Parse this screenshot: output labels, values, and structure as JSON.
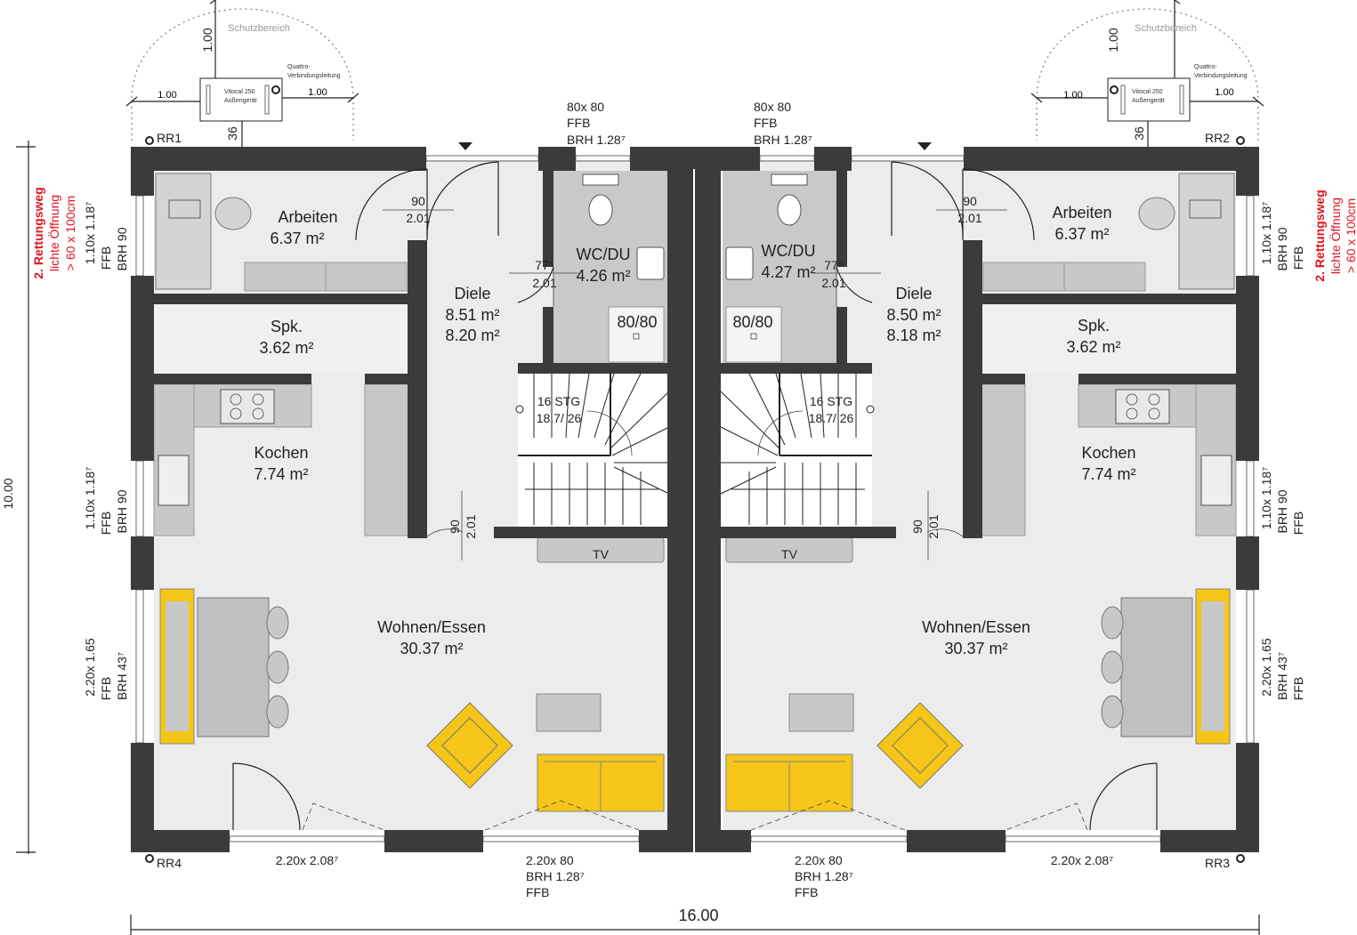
{
  "plan": {
    "overall_width": "16.00",
    "overall_depth": "10.00",
    "colors": {
      "wall": "#3b3b3b",
      "floor": "#ececec",
      "wet_room": "#c9c9c9",
      "furniture_accent": "#f5c518",
      "escape_route": "#e0141e"
    }
  },
  "outdoor_unit": {
    "zone_label": "Schutzbereich",
    "clearance_top": "1.00",
    "clearance_left": "1.00",
    "clearance_right": "1.00",
    "device_line1": "Vitocal 250",
    "device_line2": "Außengerät",
    "connection_line1": "Quattro-",
    "connection_line2": "Verbindungsleitung",
    "wall_distance": "36"
  },
  "markers": {
    "rr1": "RR1",
    "rr2": "RR2",
    "rr3": "RR3",
    "rr4": "RR4"
  },
  "escape_route": {
    "line1": "2. Rettungsweg",
    "line2": "lichte Öffnung",
    "line3": "> 60 x 100cm"
  },
  "left_unit": {
    "arbeiten": {
      "name": "Arbeiten",
      "area": "6.37 m²"
    },
    "spk": {
      "name": "Spk.",
      "area": "3.62 m²"
    },
    "kochen": {
      "name": "Kochen",
      "area": "7.74 m²"
    },
    "diele": {
      "name": "Diele",
      "area": "8.51 m²",
      "area2": "8.20 m²"
    },
    "wc": {
      "name": "WC/DU",
      "area": "4.26 m²"
    },
    "wohnen": {
      "name": "Wohnen/Essen",
      "area": "30.37 m²"
    },
    "shower": "80/80",
    "stairs": {
      "steps": "16 STG",
      "ratio": "18.7/ 26"
    },
    "tv": "TV",
    "door_arbeiten": {
      "w": "90",
      "h": "2.01"
    },
    "door_wc": {
      "w": "77⁵",
      "h": "2.01"
    },
    "door_wohnen": {
      "w": "90",
      "h": "2.01"
    },
    "window_top": {
      "size": "80x 80",
      "ffb": "FFB",
      "brh": "BRH 1.28⁷"
    },
    "window_arbeiten": {
      "size": "1.10x 1.18⁷",
      "ffb": "FFB",
      "brh": "BRH 90"
    },
    "window_kochen": {
      "size": "1.10x 1.18⁷",
      "ffb": "FFB",
      "brh": "BRH 90"
    },
    "window_essen": {
      "size": "2.20x 1.65",
      "ffb": "FFB",
      "brh": "BRH 43⁷"
    },
    "window_terrace": {
      "size": "2.20x 2.08⁷"
    },
    "window_bottom": {
      "size": "2.20x 80",
      "brh": "BRH 1.28⁷",
      "ffb": "FFB"
    }
  },
  "right_unit": {
    "arbeiten": {
      "name": "Arbeiten",
      "area": "6.37 m²"
    },
    "spk": {
      "name": "Spk.",
      "area": "3.62 m²"
    },
    "kochen": {
      "name": "Kochen",
      "area": "7.74 m²"
    },
    "diele": {
      "name": "Diele",
      "area": "8.50 m²",
      "area2": "8.18 m²"
    },
    "wc": {
      "name": "WC/DU",
      "area": "4.27 m²"
    },
    "wohnen": {
      "name": "Wohnen/Essen",
      "area": "30.37 m²"
    },
    "shower": "80/80",
    "stairs": {
      "steps": "16 STG",
      "ratio": "18.7/ 26"
    },
    "tv": "TV",
    "door_arbeiten": {
      "w": "90",
      "h": "2.01"
    },
    "door_wc": {
      "w": "77⁵",
      "h": "2.01"
    },
    "door_wohnen": {
      "w": "90",
      "h": "2.01"
    },
    "window_top": {
      "size": "80x 80",
      "ffb": "FFB",
      "brh": "BRH 1.28⁷"
    },
    "window_arbeiten": {
      "size": "1.10x 1.18⁷",
      "brh": "BRH 90",
      "ffb": "FFB"
    },
    "window_kochen": {
      "size": "1.10x 1.18⁷",
      "brh": "BRH 90",
      "ffb": "FFB"
    },
    "window_essen": {
      "size": "2.20x 1.65",
      "brh": "BRH 43⁷",
      "ffb": "FFB"
    },
    "window_terrace": {
      "size": "2.20x 2.08⁷"
    },
    "window_bottom": {
      "size": "2.20x 80",
      "brh": "BRH 1.28⁷",
      "ffb": "FFB"
    }
  }
}
